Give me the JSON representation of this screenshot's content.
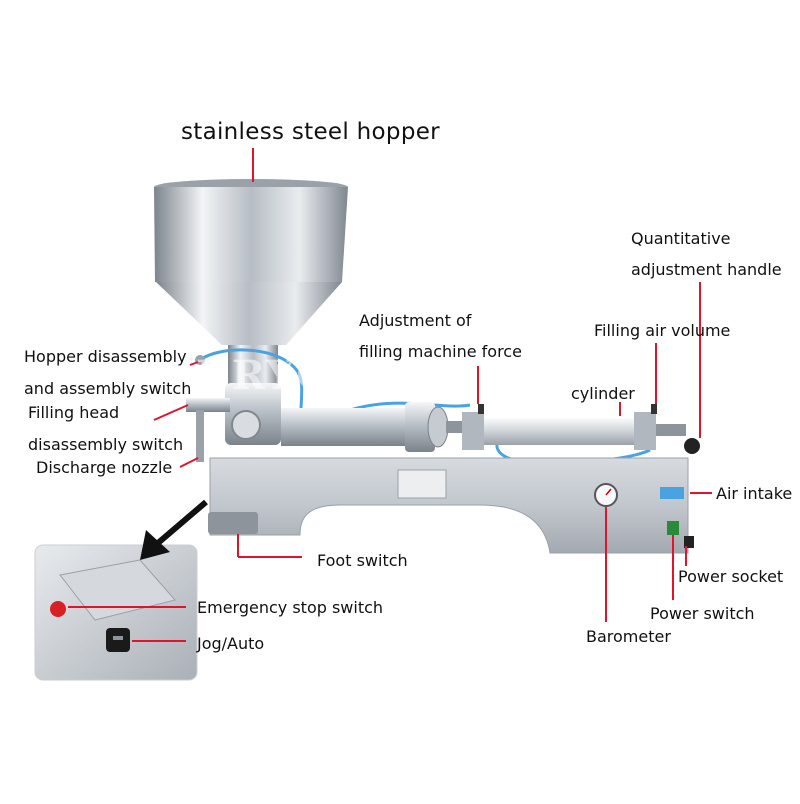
{
  "title": "stainless steel hopper",
  "watermark": "BRYOBP",
  "labels": {
    "hopper_switch_1": "Hopper disassembly",
    "hopper_switch_2": "and assembly switch",
    "filling_head_1": "Filling head",
    "filling_head_2": "disassembly switch",
    "discharge_nozzle": "Discharge nozzle",
    "adjust_force_1": "Adjustment of",
    "adjust_force_2": "filling machine force",
    "quant_handle_1": "Quantitative",
    "quant_handle_2": "adjustment handle",
    "filling_air_volume": "Filling air volume",
    "cylinder": "cylinder",
    "air_intake": "Air intake",
    "foot_switch": "Foot switch",
    "power_socket": "Power socket",
    "power_switch": "Power switch",
    "barometer": "Barometer",
    "emergency_stop": "Emergency stop switch",
    "jog_auto": "Jog/Auto"
  },
  "colors": {
    "leader_line": "#e0152b",
    "arrow": "#111111",
    "steel_light": "#e9ecef",
    "steel_dark": "#8d949c",
    "pipe": "#4aa3e0"
  }
}
